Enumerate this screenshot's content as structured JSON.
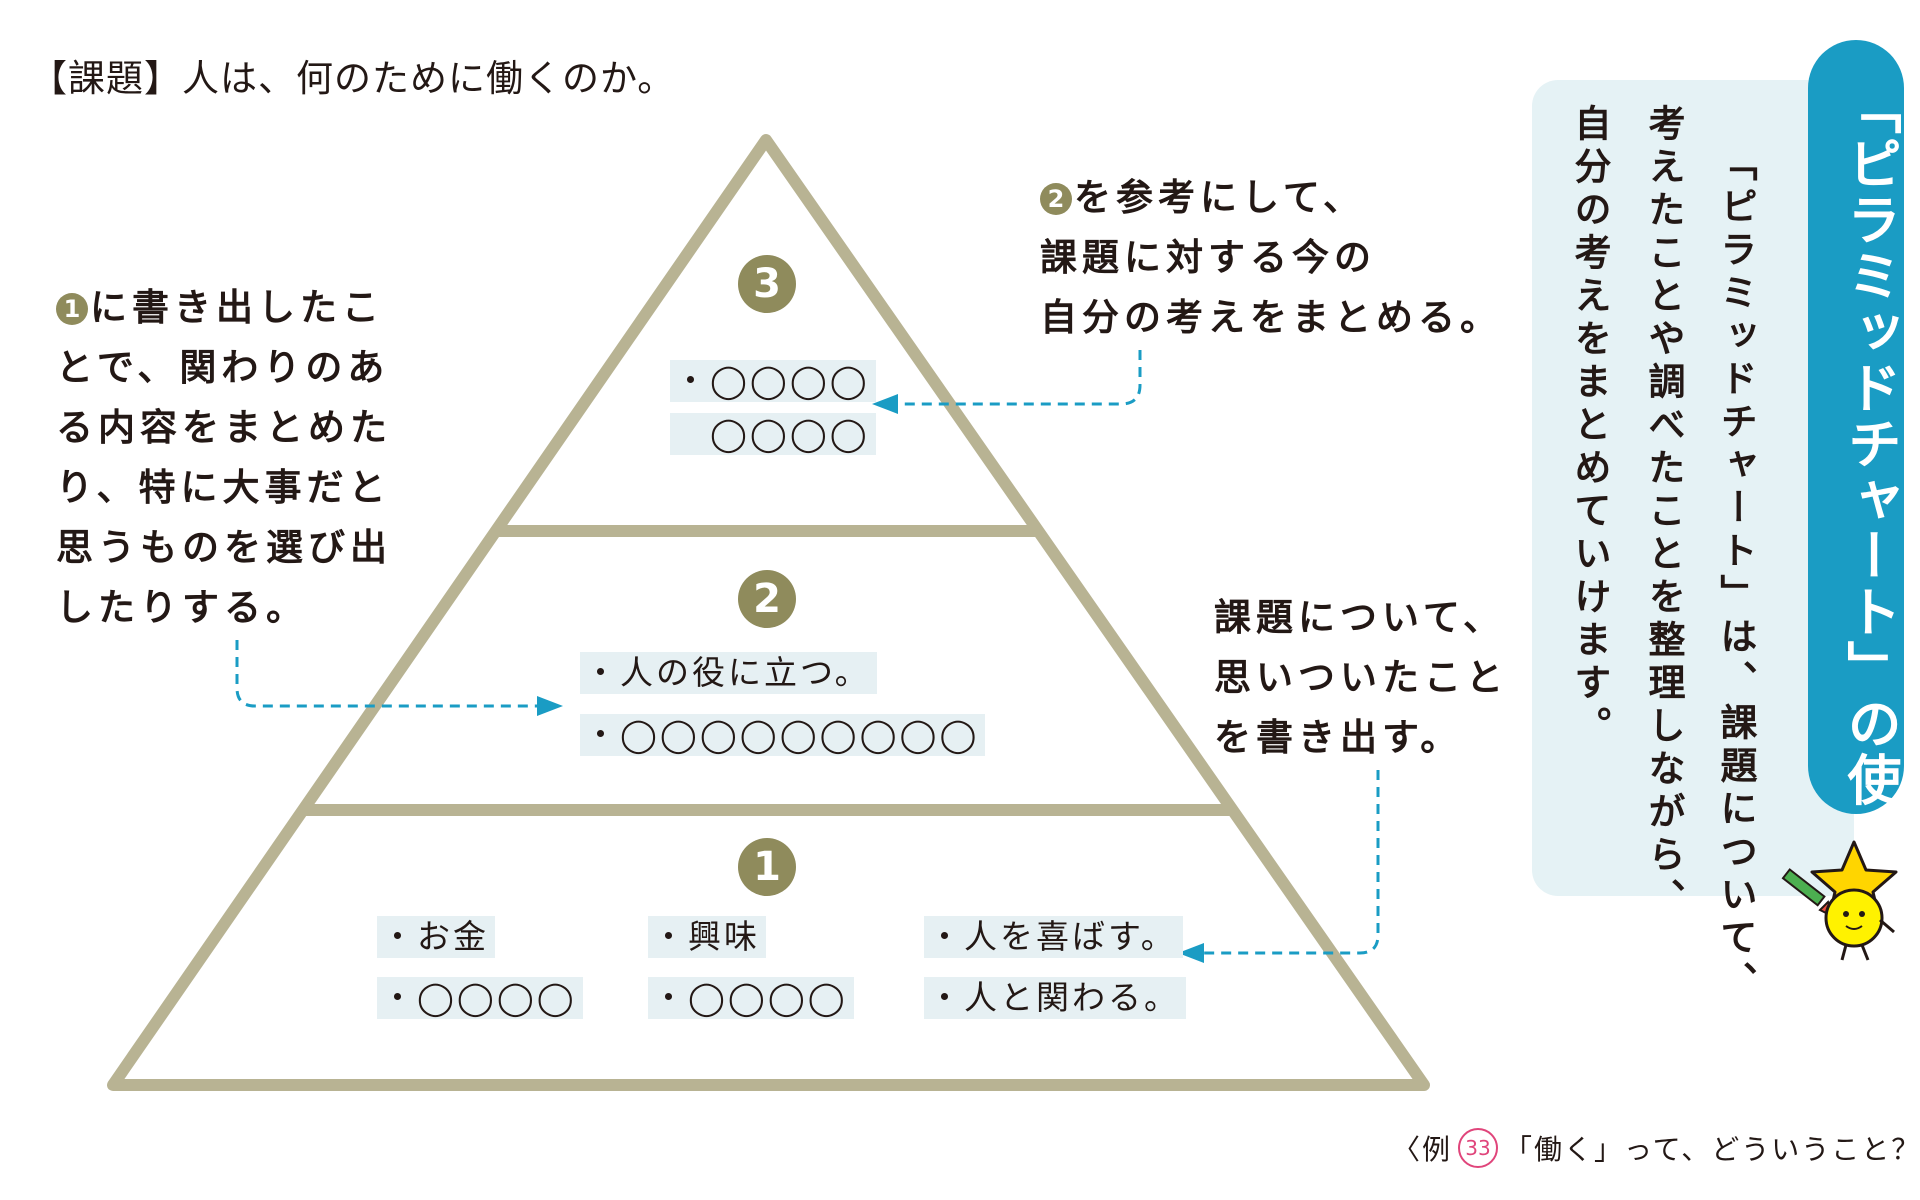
{
  "title": "【課題】人は、何のために働くのか。",
  "notes": {
    "left": {
      "marker": "1",
      "lines": [
        "に書き出したこ",
        "とで、関わりのあ",
        "る内容をまとめた",
        "り、特に大事だと",
        "思うものを選び出",
        "したりする。"
      ]
    },
    "top": {
      "marker": "2",
      "lines": [
        "を参考にして、",
        "課題に対する今の",
        "自分の考えをまとめる。"
      ]
    },
    "right": {
      "lines": [
        "課題について、",
        "思いついたこと",
        "を書き出す。"
      ]
    }
  },
  "pyramid": {
    "tier3": {
      "number": "3",
      "items": [
        "・◯◯◯◯",
        "　◯◯◯◯"
      ]
    },
    "tier2": {
      "number": "2",
      "items": [
        "・人の役に立つ。",
        "・◯◯◯◯◯◯◯◯◯"
      ]
    },
    "tier1": {
      "number": "1",
      "items": [
        "・お金",
        "・◯◯◯◯",
        "・興味",
        "・◯◯◯◯",
        "・人を喜ばす。",
        "・人と関わる。"
      ]
    }
  },
  "howto": {
    "banner": "「ピラミッドチャート」の使い方",
    "lines": [
      "「ピラミッドチャート」は、課題について、",
      "考えたことや調べたことを整理しながら、",
      "自分の考えをまとめていけます。"
    ]
  },
  "footer": {
    "prefix": "〈例",
    "page": "33",
    "suffix": "「働く」って、どういうこと？〉"
  },
  "colors": {
    "pyramid_stroke": "#b8b393",
    "accent_olive": "#8f8b5c",
    "arrow": "#1a9cc4",
    "item_bg": "#e6f0f3",
    "panel_bg": "#e5f2f5",
    "banner": "#1a9cc4"
  },
  "icons": [
    "star-mascot-icon",
    "pencil-icon"
  ]
}
